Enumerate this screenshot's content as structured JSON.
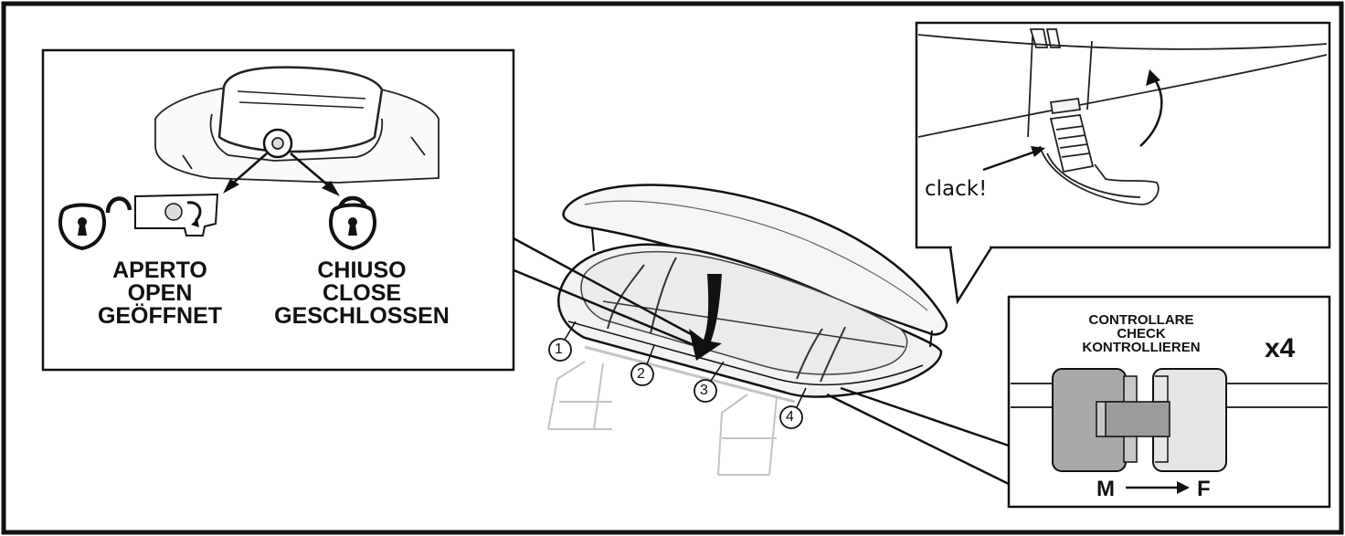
{
  "lock_panel": {
    "open_lines": [
      "APERTO",
      "OPEN",
      "GEÖFFNET"
    ],
    "close_lines": [
      "CHIUSO",
      "CLOSE",
      "GESCHLOSSEN"
    ]
  },
  "clip_panel": {
    "sound": "clack!"
  },
  "check_panel": {
    "check_lines": [
      "CONTROLLARE",
      "CHECK",
      "KONTROLLIEREN"
    ],
    "multiplier": "x4",
    "male_label": "M",
    "female_label": "F"
  },
  "strap_numbers": [
    "1",
    "2",
    "3",
    "4"
  ],
  "colors": {
    "line": "#111111",
    "connector_dark": "#a9a9a9",
    "connector_mid": "#c8c8c8",
    "connector_light": "#e6e6e6",
    "rack_grey": "#c4c4c4"
  }
}
